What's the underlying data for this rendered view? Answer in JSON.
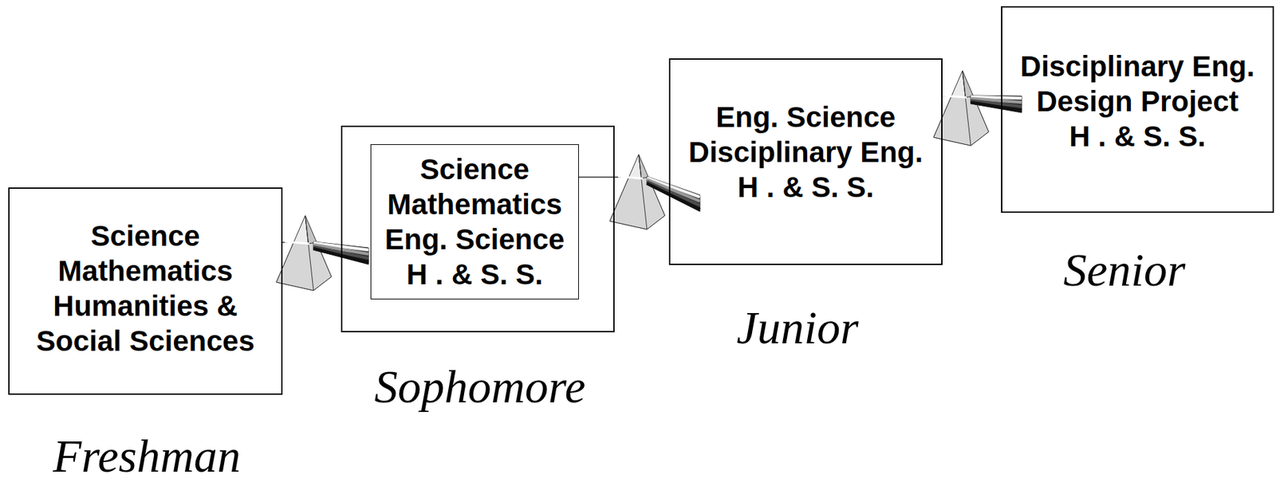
{
  "diagram": {
    "nodes": [
      {
        "text": [
          "Science",
          "Mathematics",
          "Humanities & Social Sciences",
          "Freshman"
        ]
      },
      {
        "text": [
          "Sophomore"
        ]
      },
      {
        "text": [
          "Science",
          "Mathematics",
          "Eng. Science",
          "H . & S. S."
        ],
        "in": 1
      },
      {
        "text": [
          "Eng. Science",
          "Disciplinary Eng.",
          "H . & S. S.",
          "Junior"
        ]
      },
      {
        "text": [
          "Disciplinary Eng.",
          "Design Project",
          "H . & S. S.",
          "Senior"
        ]
      }
    ],
    "edges": [
      {
        "from": 0,
        "to": 1,
        "arrow": "none"
      },
      {
        "from": 2,
        "to": 3,
        "arrow": "none"
      },
      {
        "from": 3,
        "to": 4,
        "arrow": "none"
      }
    ]
  }
}
